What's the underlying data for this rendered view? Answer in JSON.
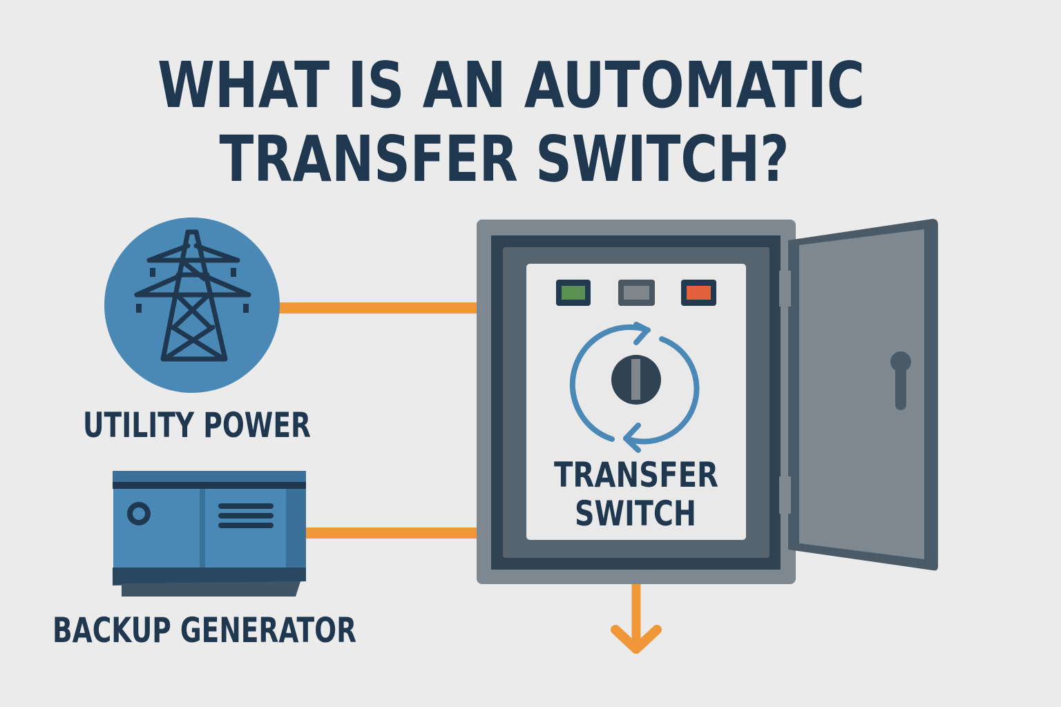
{
  "title": {
    "line1": "WHAT IS AN AUTOMATIC",
    "line2": "TRANSFER SWITCH?"
  },
  "sources": {
    "utility_label": "UTILITY POWER",
    "generator_label": "BACKUP GENERATOR"
  },
  "switch": {
    "label_line1": "TRANSFER",
    "label_line2": "SWITCH",
    "indicators": [
      "green",
      "gray",
      "red"
    ]
  },
  "colors": {
    "background": "#ebebeb",
    "text": "#1f3850",
    "accent_blue": "#4a88b5",
    "wire_orange": "#f0973a",
    "cabinet_gray": "#7e8890",
    "cabinet_dark": "#2f4352",
    "indicator_green": "#5a9153",
    "indicator_gray": "#7f878d",
    "indicator_red": "#e4603a"
  }
}
